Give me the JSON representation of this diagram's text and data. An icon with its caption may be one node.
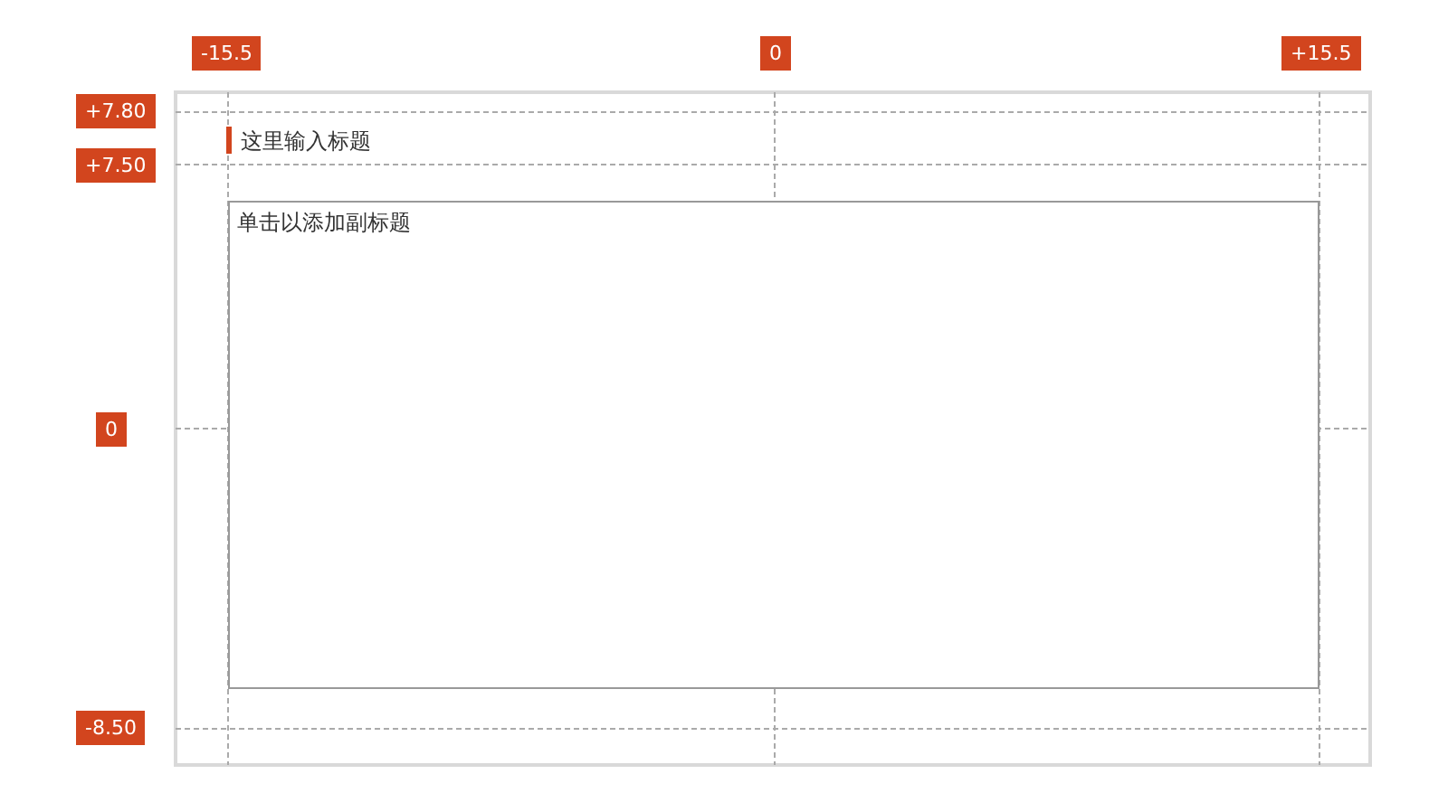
{
  "diagram": {
    "nodes": [
      {
        "text": [
          "单击以添加副标题"
        ]
      }
    ],
    "labels": [
      "-15.5",
      "0",
      "+15.5",
      "+7.80",
      "+7.50",
      "这里输入标题",
      "0",
      "-8.50"
    ]
  }
}
